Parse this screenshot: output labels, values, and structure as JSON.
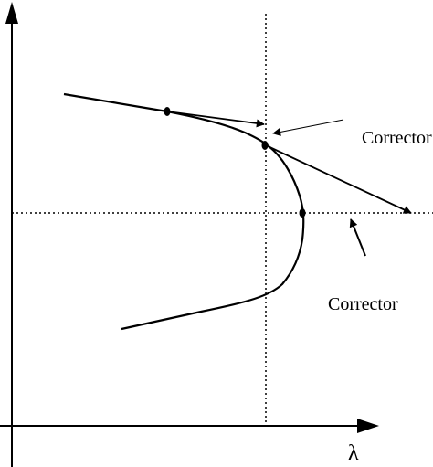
{
  "figure": {
    "axis_label_x": "λ",
    "label_corrector_upper": "Corrector",
    "label_corrector_lower": "Corrector"
  },
  "colors": {
    "ink": "#000000",
    "background": "#ffffff"
  }
}
